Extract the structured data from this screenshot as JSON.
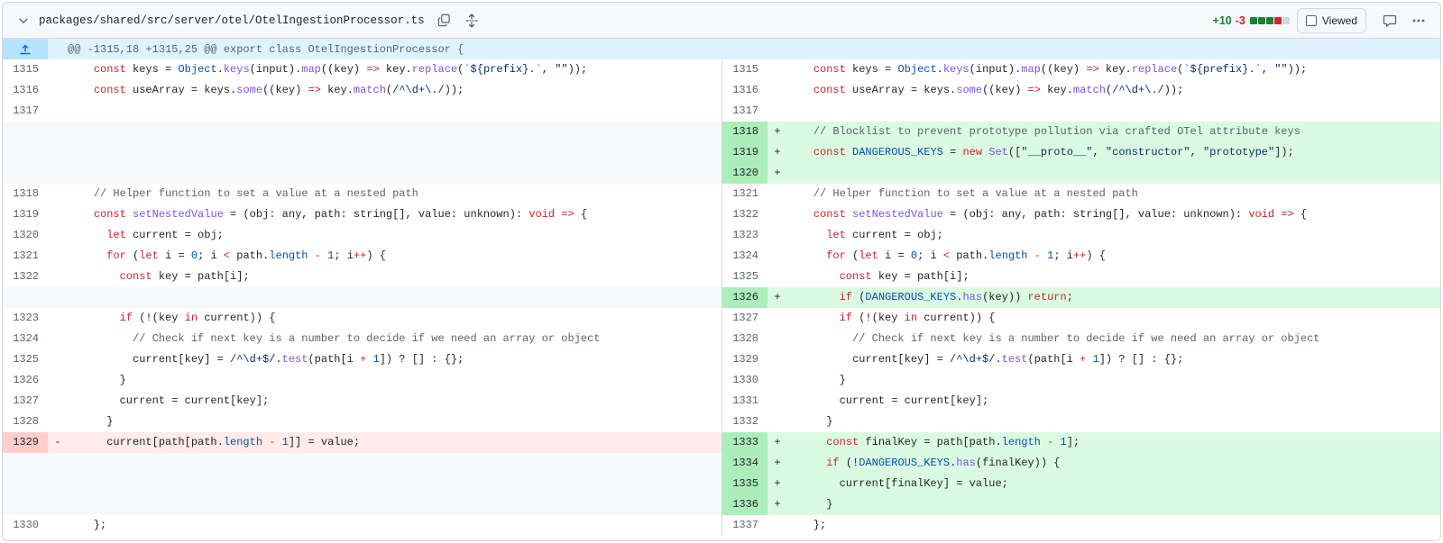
{
  "file": {
    "path": "packages/shared/src/server/otel/OtelIngestionProcessor.ts",
    "additions": "+10",
    "deletions": "-3",
    "viewed_label": "Viewed",
    "colors": {
      "add": "#1a7f37",
      "del": "#d1242f",
      "neutral": "#d1d9e0",
      "add_line_bg": "#dafbe1",
      "add_num_bg": "#aceebb",
      "del_line_bg": "#ffebe9",
      "del_num_bg": "#ffcecb",
      "hunk_bg": "#ddf4ff"
    }
  },
  "hunk": {
    "header": "@@ -1315,18 +1315,25 @@ export class OtelIngestionProcessor {"
  },
  "rows": [
    {
      "l": {
        "type": "ctx",
        "num": "1315",
        "tokens": [
          [
            "    ",
            ""
          ],
          [
            "const",
            "k"
          ],
          [
            " keys = ",
            ""
          ],
          [
            "Object",
            "p"
          ],
          [
            ".",
            ""
          ],
          [
            "keys",
            "f"
          ],
          [
            "(input).",
            ""
          ],
          [
            "map",
            "f"
          ],
          [
            "((key) ",
            ""
          ],
          [
            "=>",
            "k"
          ],
          [
            " key.",
            ""
          ],
          [
            "replace",
            "f"
          ],
          [
            "(",
            ""
          ],
          [
            "`${prefix}.`",
            "s"
          ],
          [
            ", ",
            ""
          ],
          [
            "\"\"",
            "s"
          ],
          [
            "));",
            ""
          ]
        ]
      },
      "r": {
        "type": "ctx",
        "num": "1315",
        "tokens": [
          [
            "    ",
            ""
          ],
          [
            "const",
            "k"
          ],
          [
            " keys = ",
            ""
          ],
          [
            "Object",
            "p"
          ],
          [
            ".",
            ""
          ],
          [
            "keys",
            "f"
          ],
          [
            "(input).",
            ""
          ],
          [
            "map",
            "f"
          ],
          [
            "((key) ",
            ""
          ],
          [
            "=>",
            "k"
          ],
          [
            " key.",
            ""
          ],
          [
            "replace",
            "f"
          ],
          [
            "(",
            ""
          ],
          [
            "`${prefix}.`",
            "s"
          ],
          [
            ", ",
            ""
          ],
          [
            "\"\"",
            "s"
          ],
          [
            "));",
            ""
          ]
        ]
      }
    },
    {
      "l": {
        "type": "ctx",
        "num": "1316",
        "tokens": [
          [
            "    ",
            ""
          ],
          [
            "const",
            "k"
          ],
          [
            " useArray = keys.",
            ""
          ],
          [
            "some",
            "f"
          ],
          [
            "((key) ",
            ""
          ],
          [
            "=>",
            "k"
          ],
          [
            " key.",
            ""
          ],
          [
            "match",
            "f"
          ],
          [
            "(",
            ""
          ],
          [
            "/^\\d+\\./",
            "s"
          ],
          [
            "));",
            ""
          ]
        ]
      },
      "r": {
        "type": "ctx",
        "num": "1316",
        "tokens": [
          [
            "    ",
            ""
          ],
          [
            "const",
            "k"
          ],
          [
            " useArray = keys.",
            ""
          ],
          [
            "some",
            "f"
          ],
          [
            "((key) ",
            ""
          ],
          [
            "=>",
            "k"
          ],
          [
            " key.",
            ""
          ],
          [
            "match",
            "f"
          ],
          [
            "(",
            ""
          ],
          [
            "/^\\d+\\./",
            "s"
          ],
          [
            "));",
            ""
          ]
        ]
      }
    },
    {
      "l": {
        "type": "ctx",
        "num": "1317",
        "tokens": []
      },
      "r": {
        "type": "ctx",
        "num": "1317",
        "tokens": []
      }
    },
    {
      "l": {
        "type": "empty",
        "num": "",
        "tokens": []
      },
      "r": {
        "type": "add",
        "num": "1318",
        "tokens": [
          [
            "    ",
            ""
          ],
          [
            "// Blocklist to prevent prototype pollution via crafted OTel attribute keys",
            "c"
          ]
        ]
      }
    },
    {
      "l": {
        "type": "empty",
        "num": "",
        "tokens": []
      },
      "r": {
        "type": "add",
        "num": "1319",
        "tokens": [
          [
            "    ",
            ""
          ],
          [
            "const",
            "k"
          ],
          [
            " ",
            ""
          ],
          [
            "DANGEROUS_KEYS",
            "p"
          ],
          [
            " = ",
            ""
          ],
          [
            "new",
            "k"
          ],
          [
            " ",
            ""
          ],
          [
            "Set",
            "f"
          ],
          [
            "([",
            ""
          ],
          [
            "\"__proto__\"",
            "s"
          ],
          [
            ", ",
            ""
          ],
          [
            "\"constructor\"",
            "s"
          ],
          [
            ", ",
            ""
          ],
          [
            "\"prototype\"",
            "s"
          ],
          [
            "]);",
            ""
          ]
        ]
      }
    },
    {
      "l": {
        "type": "empty",
        "num": "",
        "tokens": []
      },
      "r": {
        "type": "add",
        "num": "1320",
        "tokens": []
      }
    },
    {
      "l": {
        "type": "ctx",
        "num": "1318",
        "tokens": [
          [
            "    ",
            ""
          ],
          [
            "// Helper function to set a value at a nested path",
            "c"
          ]
        ]
      },
      "r": {
        "type": "ctx",
        "num": "1321",
        "tokens": [
          [
            "    ",
            ""
          ],
          [
            "// Helper function to set a value at a nested path",
            "c"
          ]
        ]
      }
    },
    {
      "l": {
        "type": "ctx",
        "num": "1319",
        "tokens": [
          [
            "    ",
            ""
          ],
          [
            "const",
            "k"
          ],
          [
            " ",
            ""
          ],
          [
            "setNestedValue",
            "f"
          ],
          [
            " = (obj: any, path: string[], value: unknown): ",
            ""
          ],
          [
            "void",
            "k"
          ],
          [
            " ",
            ""
          ],
          [
            "=>",
            "k"
          ],
          [
            " {",
            ""
          ]
        ]
      },
      "r": {
        "type": "ctx",
        "num": "1322",
        "tokens": [
          [
            "    ",
            ""
          ],
          [
            "const",
            "k"
          ],
          [
            " ",
            ""
          ],
          [
            "setNestedValue",
            "f"
          ],
          [
            " = (obj: any, path: string[], value: unknown): ",
            ""
          ],
          [
            "void",
            "k"
          ],
          [
            " ",
            ""
          ],
          [
            "=>",
            "k"
          ],
          [
            " {",
            ""
          ]
        ]
      }
    },
    {
      "l": {
        "type": "ctx",
        "num": "1320",
        "tokens": [
          [
            "      ",
            ""
          ],
          [
            "let",
            "k"
          ],
          [
            " current = obj;",
            ""
          ]
        ]
      },
      "r": {
        "type": "ctx",
        "num": "1323",
        "tokens": [
          [
            "      ",
            ""
          ],
          [
            "let",
            "k"
          ],
          [
            " current = obj;",
            ""
          ]
        ]
      }
    },
    {
      "l": {
        "type": "ctx",
        "num": "1321",
        "tokens": [
          [
            "      ",
            ""
          ],
          [
            "for",
            "k"
          ],
          [
            " (",
            ""
          ],
          [
            "let",
            "k"
          ],
          [
            " i = ",
            ""
          ],
          [
            "0",
            "p"
          ],
          [
            "; i ",
            ""
          ],
          [
            "<",
            "k"
          ],
          [
            " path.",
            ""
          ],
          [
            "length",
            "p"
          ],
          [
            " ",
            ""
          ],
          [
            "-",
            "k"
          ],
          [
            " ",
            ""
          ],
          [
            "1",
            "p"
          ],
          [
            "; i",
            ""
          ],
          [
            "++",
            "k"
          ],
          [
            ") {",
            ""
          ]
        ]
      },
      "r": {
        "type": "ctx",
        "num": "1324",
        "tokens": [
          [
            "      ",
            ""
          ],
          [
            "for",
            "k"
          ],
          [
            " (",
            ""
          ],
          [
            "let",
            "k"
          ],
          [
            " i = ",
            ""
          ],
          [
            "0",
            "p"
          ],
          [
            "; i ",
            ""
          ],
          [
            "<",
            "k"
          ],
          [
            " path.",
            ""
          ],
          [
            "length",
            "p"
          ],
          [
            " ",
            ""
          ],
          [
            "-",
            "k"
          ],
          [
            " ",
            ""
          ],
          [
            "1",
            "p"
          ],
          [
            "; i",
            ""
          ],
          [
            "++",
            "k"
          ],
          [
            ") {",
            ""
          ]
        ]
      }
    },
    {
      "l": {
        "type": "ctx",
        "num": "1322",
        "tokens": [
          [
            "        ",
            ""
          ],
          [
            "const",
            "k"
          ],
          [
            " key = path[i];",
            ""
          ]
        ]
      },
      "r": {
        "type": "ctx",
        "num": "1325",
        "tokens": [
          [
            "        ",
            ""
          ],
          [
            "const",
            "k"
          ],
          [
            " key = path[i];",
            ""
          ]
        ]
      }
    },
    {
      "l": {
        "type": "empty",
        "num": "",
        "tokens": []
      },
      "r": {
        "type": "add",
        "num": "1326",
        "tokens": [
          [
            "        ",
            ""
          ],
          [
            "if",
            "k"
          ],
          [
            " (",
            ""
          ],
          [
            "DANGEROUS_KEYS",
            "p"
          ],
          [
            ".",
            ""
          ],
          [
            "has",
            "f"
          ],
          [
            "(key)) ",
            ""
          ],
          [
            "return",
            "k"
          ],
          [
            ";",
            ""
          ]
        ]
      }
    },
    {
      "l": {
        "type": "ctx",
        "num": "1323",
        "tokens": [
          [
            "        ",
            ""
          ],
          [
            "if",
            "k"
          ],
          [
            " (!(key ",
            ""
          ],
          [
            "in",
            "k"
          ],
          [
            " current)) {",
            ""
          ]
        ]
      },
      "r": {
        "type": "ctx",
        "num": "1327",
        "tokens": [
          [
            "        ",
            ""
          ],
          [
            "if",
            "k"
          ],
          [
            " (!(key ",
            ""
          ],
          [
            "in",
            "k"
          ],
          [
            " current)) {",
            ""
          ]
        ]
      }
    },
    {
      "l": {
        "type": "ctx",
        "num": "1324",
        "tokens": [
          [
            "          ",
            ""
          ],
          [
            "// Check if next key is a number to decide if we need an array or object",
            "c"
          ]
        ]
      },
      "r": {
        "type": "ctx",
        "num": "1328",
        "tokens": [
          [
            "          ",
            ""
          ],
          [
            "// Check if next key is a number to decide if we need an array or object",
            "c"
          ]
        ]
      }
    },
    {
      "l": {
        "type": "ctx",
        "num": "1325",
        "tokens": [
          [
            "          current[key] = ",
            ""
          ],
          [
            "/^\\d+$/",
            "s"
          ],
          [
            ".",
            ""
          ],
          [
            "test",
            "f"
          ],
          [
            "(path[i ",
            ""
          ],
          [
            "+",
            "k"
          ],
          [
            " ",
            ""
          ],
          [
            "1",
            "p"
          ],
          [
            "]) ? [] : {};",
            ""
          ]
        ]
      },
      "r": {
        "type": "ctx",
        "num": "1329",
        "tokens": [
          [
            "          current[key] = ",
            ""
          ],
          [
            "/^\\d+$/",
            "s"
          ],
          [
            ".",
            ""
          ],
          [
            "test",
            "f"
          ],
          [
            "(path[i ",
            ""
          ],
          [
            "+",
            "k"
          ],
          [
            " ",
            ""
          ],
          [
            "1",
            "p"
          ],
          [
            "]) ? [] : {};",
            ""
          ]
        ]
      }
    },
    {
      "l": {
        "type": "ctx",
        "num": "1326",
        "tokens": [
          [
            "        }",
            ""
          ]
        ]
      },
      "r": {
        "type": "ctx",
        "num": "1330",
        "tokens": [
          [
            "        }",
            ""
          ]
        ]
      }
    },
    {
      "l": {
        "type": "ctx",
        "num": "1327",
        "tokens": [
          [
            "        current = current[key];",
            ""
          ]
        ]
      },
      "r": {
        "type": "ctx",
        "num": "1331",
        "tokens": [
          [
            "        current = current[key];",
            ""
          ]
        ]
      }
    },
    {
      "l": {
        "type": "ctx",
        "num": "1328",
        "tokens": [
          [
            "      }",
            ""
          ]
        ]
      },
      "r": {
        "type": "ctx",
        "num": "1332",
        "tokens": [
          [
            "      }",
            ""
          ]
        ]
      }
    },
    {
      "l": {
        "type": "del",
        "num": "1329",
        "tokens": [
          [
            "      current[path[path.",
            ""
          ],
          [
            "length",
            "p"
          ],
          [
            " ",
            ""
          ],
          [
            "-",
            "k"
          ],
          [
            " ",
            ""
          ],
          [
            "1",
            "p"
          ],
          [
            "]] = value;",
            ""
          ]
        ]
      },
      "r": {
        "type": "add",
        "num": "1333",
        "tokens": [
          [
            "      ",
            ""
          ],
          [
            "const",
            "k"
          ],
          [
            " finalKey = path[path.",
            ""
          ],
          [
            "length",
            "p"
          ],
          [
            " ",
            ""
          ],
          [
            "-",
            "k"
          ],
          [
            " ",
            ""
          ],
          [
            "1",
            "p"
          ],
          [
            "];",
            ""
          ]
        ]
      }
    },
    {
      "l": {
        "type": "empty",
        "num": "",
        "tokens": []
      },
      "r": {
        "type": "add",
        "num": "1334",
        "tokens": [
          [
            "      ",
            ""
          ],
          [
            "if",
            "k"
          ],
          [
            " (!",
            ""
          ],
          [
            "DANGEROUS_KEYS",
            "p"
          ],
          [
            ".",
            ""
          ],
          [
            "has",
            "f"
          ],
          [
            "(finalKey)) {",
            ""
          ]
        ]
      }
    },
    {
      "l": {
        "type": "empty",
        "num": "",
        "tokens": []
      },
      "r": {
        "type": "add",
        "num": "1335",
        "tokens": [
          [
            "        current[finalKey] = value;",
            ""
          ]
        ]
      }
    },
    {
      "l": {
        "type": "empty",
        "num": "",
        "tokens": []
      },
      "r": {
        "type": "add",
        "num": "1336",
        "tokens": [
          [
            "      }",
            ""
          ]
        ]
      }
    },
    {
      "l": {
        "type": "ctx",
        "num": "1330",
        "tokens": [
          [
            "    };",
            ""
          ]
        ]
      },
      "r": {
        "type": "ctx",
        "num": "1337",
        "tokens": [
          [
            "    };",
            ""
          ]
        ]
      }
    }
  ],
  "icons": {
    "collapse": "chevron-down-icon",
    "copy": "copy-icon",
    "expand_all": "unfold-icon",
    "hunk_expand": "expand-up-icon",
    "comment": "comment-icon",
    "more": "kebab-horizontal-icon"
  }
}
